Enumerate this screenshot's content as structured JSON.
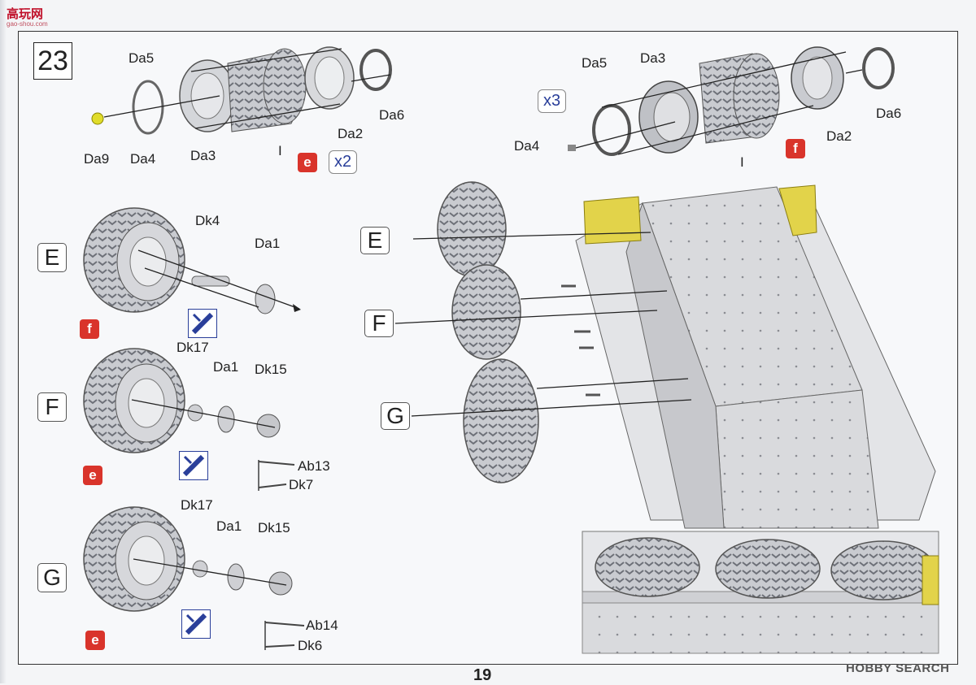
{
  "watermark": {
    "text": "高玩网",
    "sub": "gao-shou.com"
  },
  "step_number": "23",
  "top_left": {
    "labels": {
      "da5": "Da5",
      "da9": "Da9",
      "da4": "Da4",
      "da3": "Da3",
      "da2": "Da2",
      "da6": "Da6",
      "i": "I"
    },
    "badge": "e",
    "qty": "x2"
  },
  "top_right": {
    "labels": {
      "da5": "Da5",
      "da3": "Da3",
      "da4": "Da4",
      "da2": "Da2",
      "da6": "Da6",
      "i": "I"
    },
    "badge": "f",
    "qty": "x3"
  },
  "sub_e": {
    "letter": "E",
    "labels": {
      "dk4": "Dk4",
      "da1": "Da1"
    },
    "badge": "f"
  },
  "sub_f": {
    "letter": "F",
    "labels": {
      "dk17": "Dk17",
      "da1": "Da1",
      "dk15": "Dk15",
      "ab13": "Ab13",
      "dk7": "Dk7"
    },
    "badge": "e"
  },
  "sub_g": {
    "letter": "G",
    "labels": {
      "dk17": "Dk17",
      "da1": "Da1",
      "dk15": "Dk15",
      "ab14": "Ab14",
      "dk6": "Dk6"
    },
    "badge": "e"
  },
  "main": {
    "e": "E",
    "f": "F",
    "g": "G"
  },
  "page_number": "19",
  "source_mark": "HOBBY SEARCH"
}
